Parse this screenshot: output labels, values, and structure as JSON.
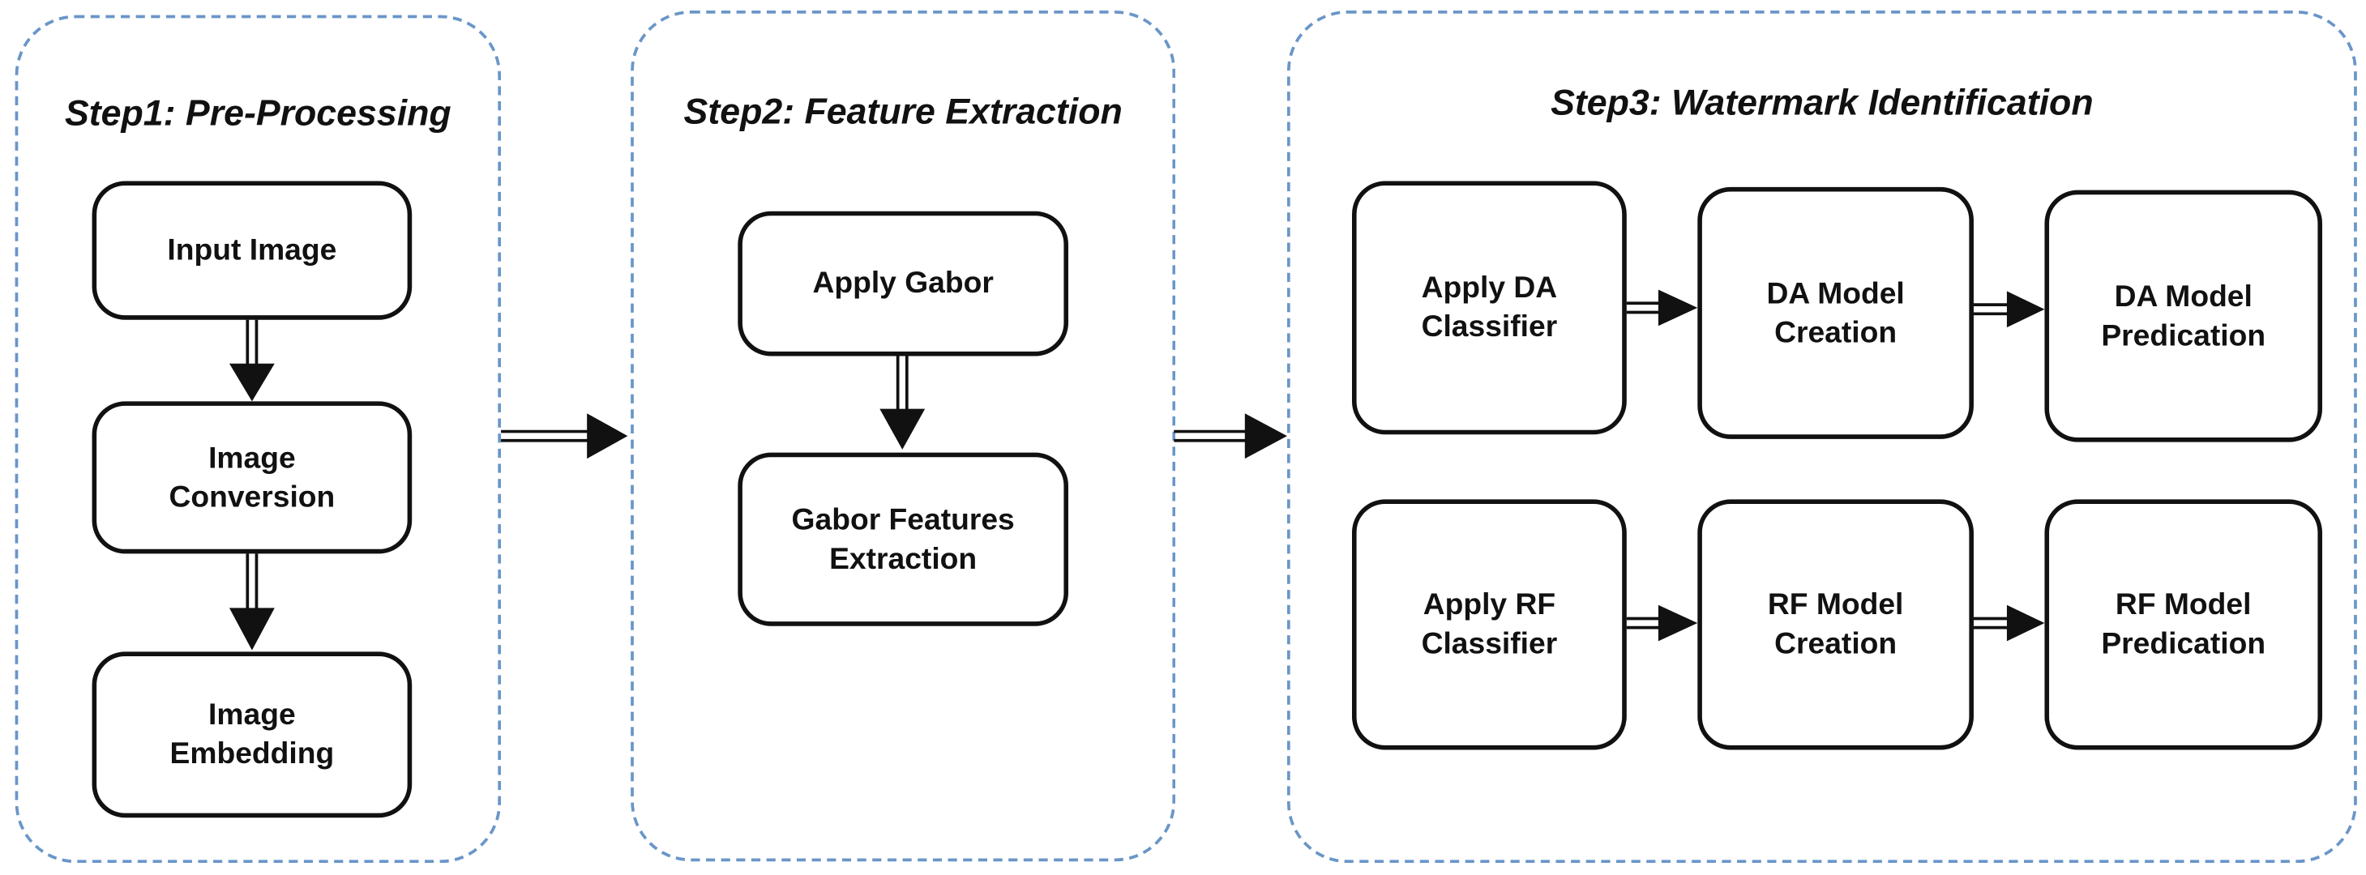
{
  "steps": [
    {
      "title": "Step1: Pre-Processing",
      "boxes": [
        "Input Image",
        "Image\nConversion",
        "Image\nEmbedding"
      ]
    },
    {
      "title": "Step2: Feature Extraction",
      "boxes": [
        "Apply Gabor",
        "Gabor Features\nExtraction"
      ]
    },
    {
      "title": "Step3: Watermark Identification",
      "rows": [
        [
          "Apply DA\nClassifier",
          "DA Model\nCreation",
          "DA Model\nPredication"
        ],
        [
          "Apply RF\nClassifier",
          "RF Model\nCreation",
          "RF Model\nPredication"
        ]
      ]
    }
  ],
  "colors": {
    "panel_border": "#6a96c8",
    "box_border": "#111111",
    "arrow": "#111111"
  },
  "icons": {
    "arrow": "double-line-arrow-icon"
  }
}
